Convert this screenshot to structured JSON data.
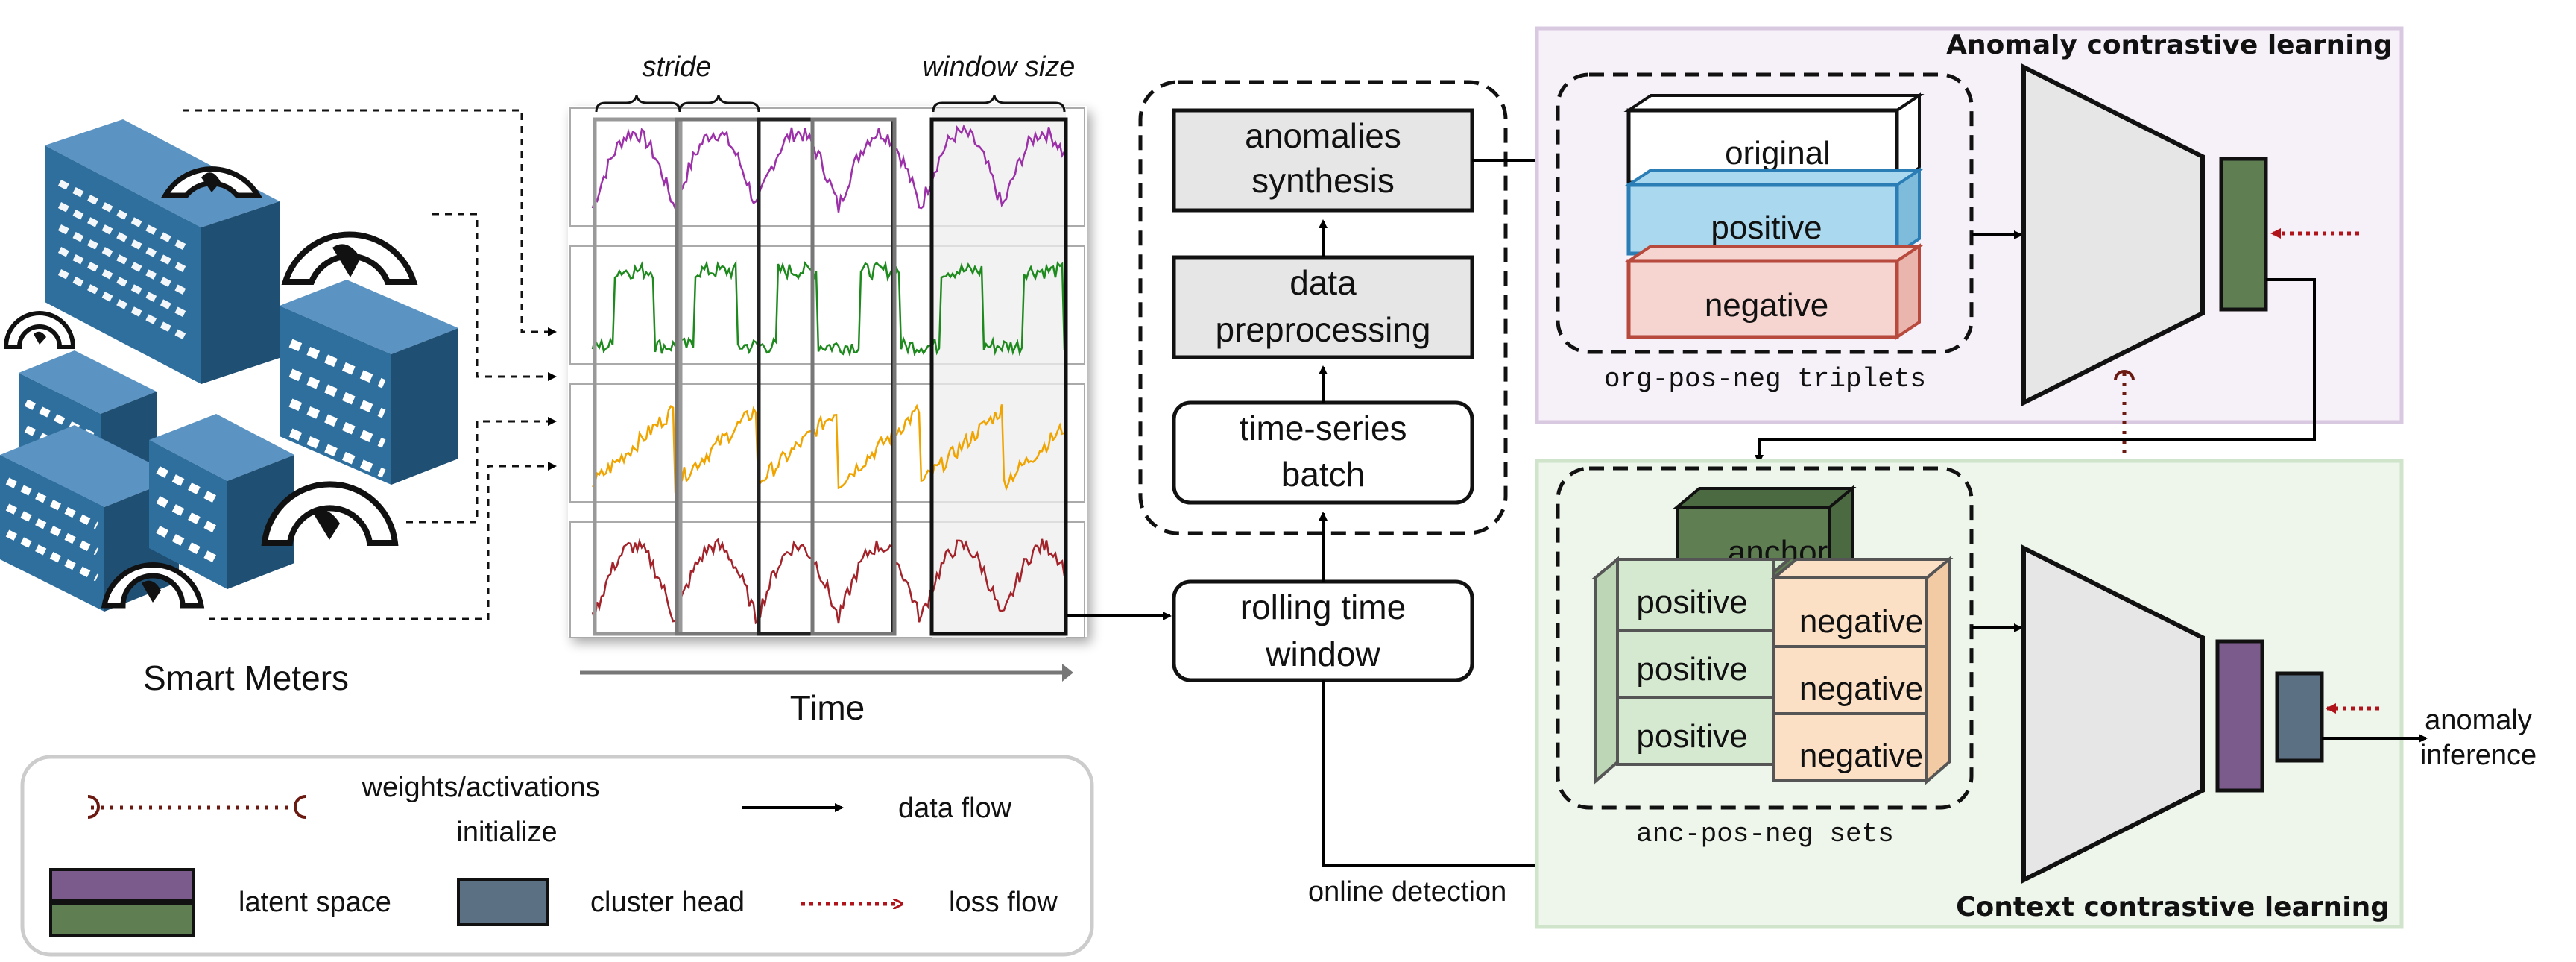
{
  "smart_meters": {
    "label": "Smart Meters"
  },
  "timeseries": {
    "stride_label": "stride",
    "window_label": "window size",
    "time_label": "Time"
  },
  "pipeline": {
    "anomalies_l1": "anomalies",
    "anomalies_l2": "synthesis",
    "preproc_l1": "data",
    "preproc_l2": "preprocessing",
    "batch_l1": "time-series",
    "batch_l2": "batch",
    "rolling_l1": "rolling time",
    "rolling_l2": "window",
    "online": "online detection"
  },
  "anomaly_cl": {
    "title": "Anomaly contrastive learning",
    "original": "original",
    "positive": "positive",
    "negative": "negative",
    "caption": "org-pos-neg triplets"
  },
  "context_cl": {
    "title": "Context contrastive learning",
    "anchor": "anchor",
    "positive": "positive",
    "negative": "negative",
    "caption": "anc-pos-neg sets",
    "output_l1": "anomaly",
    "output_l2": "inference"
  },
  "legend": {
    "weights_l1": "weights/activations",
    "weights_l2": "initialize",
    "data_flow": "data flow",
    "latent": "latent space",
    "cluster": "cluster head",
    "loss": "loss flow"
  },
  "colors": {
    "building": "#2f6f9e",
    "purple_series": "#9b30a8",
    "green_series": "#1e8a1e",
    "orange_series": "#f0a400",
    "red_series": "#a3232a",
    "latent_purple": "#7b5a8c",
    "latent_green": "#5f7f52",
    "cluster_head": "#5b7083",
    "original_box": "#ffffff",
    "positive_blue": "#aad8ee",
    "negative_red": "#f6d4cf",
    "anchor_green": "#5f7f52",
    "pos_green": "#d5e9d1",
    "neg_orange": "#fce0c6",
    "panel_purple": "#f5eff7",
    "panel_green": "#eef6ec",
    "loss_red": "#b0141a"
  }
}
